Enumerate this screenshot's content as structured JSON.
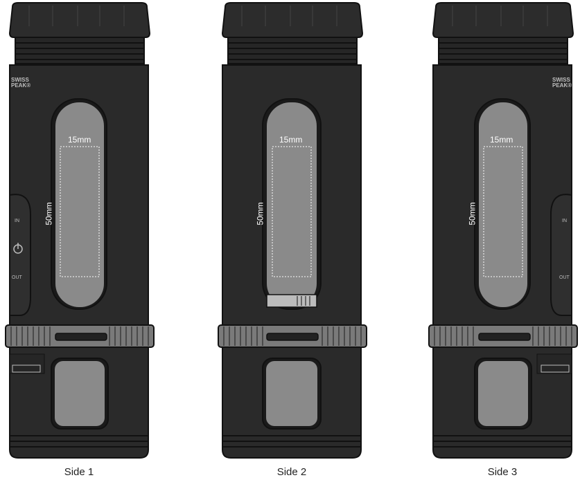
{
  "views": [
    {
      "caption": "Side 1",
      "width_label": "15mm",
      "height_label": "50mm",
      "brand_line1": "SWISS",
      "brand_line2": "PEAK®",
      "side_label_in": "IN",
      "side_label_out": "OUT"
    },
    {
      "caption": "Side 2",
      "width_label": "15mm",
      "height_label": "50mm"
    },
    {
      "caption": "Side 3",
      "width_label": "15mm",
      "height_label": "50mm",
      "brand_line1": "SWISS",
      "brand_line2": "PEAK®",
      "side_label_in": "IN",
      "side_label_out": "OUT"
    }
  ],
  "colors": {
    "body": "#2a2a2a",
    "body_dark": "#1c1c1c",
    "panel": "#8a8a8a",
    "ring": "#7a7a7a",
    "outline": "#111111"
  }
}
